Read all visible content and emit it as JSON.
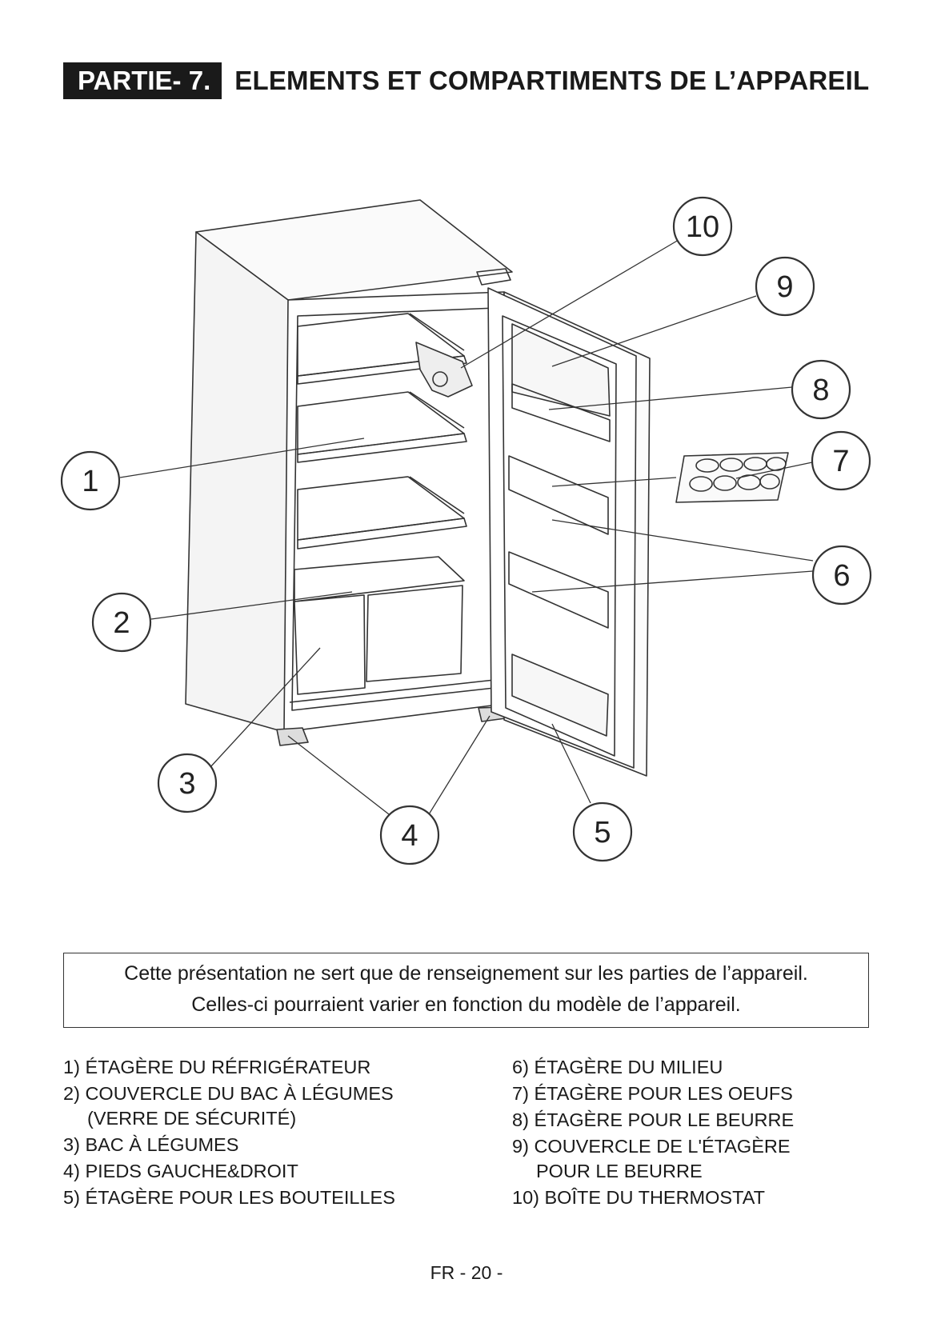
{
  "header": {
    "part": "PARTIE- 7.",
    "title": "ELEMENTS ET COMPARTIMENTS DE L’APPAREIL"
  },
  "callouts": [
    "1",
    "2",
    "3",
    "4",
    "5",
    "6",
    "7",
    "8",
    "9",
    "10"
  ],
  "note": {
    "line1": "Cette présentation ne sert que de renseignement sur les parties de l’appareil.",
    "line2": "Celles-ci pourraient varier en fonction du modèle de l’appareil."
  },
  "legend": {
    "left": [
      {
        "num": "1)",
        "text": "ÉTAGÈRE DU RÉFRIGÉRATEUR"
      },
      {
        "num": "2)",
        "text": "COUVERCLE DU BAC À LÉGUMES",
        "sub": "(VERRE DE SÉCURITÉ)"
      },
      {
        "num": "3)",
        "text": "BAC À LÉGUMES"
      },
      {
        "num": "4)",
        "text": "PIEDS GAUCHE&DROIT"
      },
      {
        "num": "5)",
        "text": "ÉTAGÈRE POUR LES BOUTEILLES"
      }
    ],
    "right": [
      {
        "num": "6)",
        "text": "ÉTAGÈRE DU MILIEU"
      },
      {
        "num": "7)",
        "text": "ÉTAGÈRE POUR LES OEUFS"
      },
      {
        "num": "8)",
        "text": "ÉTAGÈRE POUR LE BEURRE"
      },
      {
        "num": "9)",
        "text": "COUVERCLE DE L'ÉTAGÈRE",
        "sub": "POUR LE BEURRE"
      },
      {
        "num": "10)",
        "text": "BOÎTE DU THERMOSTAT"
      }
    ]
  },
  "footer": "FR - 20 -"
}
